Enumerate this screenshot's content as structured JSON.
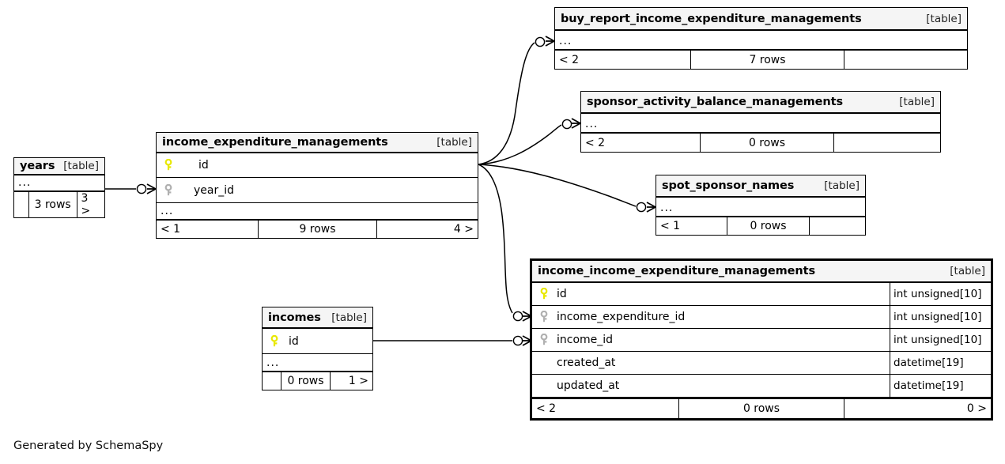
{
  "diagram": {
    "generator_note": "Generated by SchemaSpy",
    "table_tag": "[table]",
    "ellipsis": "...",
    "pk_icon": "yellow-key-icon",
    "fk_icon": "gray-key-icon"
  },
  "tables": [
    {
      "id": "years",
      "name": "years",
      "tag": "[table]",
      "columns": [],
      "has_ellipsis": true,
      "ellipsis_text": "...",
      "footer": [
        "",
        "3 rows",
        "3 >"
      ],
      "highlighted": false
    },
    {
      "id": "income_expenditure_managements",
      "name": "income_expenditure_managements",
      "tag": "[table]",
      "columns": [
        {
          "name": "id",
          "key": "primary",
          "type": ""
        },
        {
          "name": "year_id",
          "key": "foreign",
          "type": ""
        }
      ],
      "has_ellipsis": true,
      "ellipsis_text": "...",
      "footer": [
        "< 1",
        "9 rows",
        "4 >"
      ],
      "highlighted": false
    },
    {
      "id": "buy_report_income_expenditure_managements",
      "name": "buy_report_income_expenditure_managements",
      "tag": "[table]",
      "columns": [],
      "has_ellipsis": true,
      "ellipsis_text": "...",
      "footer": [
        "< 2",
        "7 rows",
        ""
      ],
      "highlighted": false
    },
    {
      "id": "sponsor_activity_balance_managements",
      "name": "sponsor_activity_balance_managements",
      "tag": "[table]",
      "columns": [],
      "has_ellipsis": true,
      "ellipsis_text": "...",
      "footer": [
        "< 2",
        "0 rows",
        ""
      ],
      "highlighted": false
    },
    {
      "id": "spot_sponsor_names",
      "name": "spot_sponsor_names",
      "tag": "[table]",
      "columns": [],
      "has_ellipsis": true,
      "ellipsis_text": "...",
      "footer": [
        "< 1",
        "0 rows",
        ""
      ],
      "highlighted": false
    },
    {
      "id": "incomes",
      "name": "incomes",
      "tag": "[table]",
      "columns": [
        {
          "name": "id",
          "key": "primary",
          "type": ""
        }
      ],
      "has_ellipsis": true,
      "ellipsis_text": "...",
      "footer": [
        "",
        "0 rows",
        "1 >"
      ],
      "highlighted": false
    },
    {
      "id": "income_income_expenditure_managements",
      "name": "income_income_expenditure_managements",
      "tag": "[table]",
      "columns": [
        {
          "name": "id",
          "key": "primary",
          "type": "int unsigned[10]"
        },
        {
          "name": "income_expenditure_id",
          "key": "foreign",
          "type": "int unsigned[10]"
        },
        {
          "name": "income_id",
          "key": "foreign",
          "type": "int unsigned[10]"
        },
        {
          "name": "created_at",
          "key": "none",
          "type": "datetime[19]"
        },
        {
          "name": "updated_at",
          "key": "none",
          "type": "datetime[19]"
        }
      ],
      "has_ellipsis": false,
      "ellipsis_text": "",
      "footer": [
        "< 2",
        "0 rows",
        "0 >"
      ],
      "highlighted": true
    }
  ],
  "relationships": [
    {
      "from": "years",
      "to": "income_expenditure_managements"
    },
    {
      "from": "income_expenditure_managements",
      "to": "buy_report_income_expenditure_managements"
    },
    {
      "from": "income_expenditure_managements",
      "to": "sponsor_activity_balance_managements"
    },
    {
      "from": "income_expenditure_managements",
      "to": "spot_sponsor_names"
    },
    {
      "from": "income_expenditure_managements",
      "to": "income_income_expenditure_managements"
    },
    {
      "from": "incomes",
      "to": "income_income_expenditure_managements"
    }
  ],
  "colors": {
    "primary_key": "#e8e800",
    "foreign_key": "#b0b0b0",
    "header_bg": "#f5f5f5",
    "border": "#000000",
    "background": "#ffffff"
  }
}
